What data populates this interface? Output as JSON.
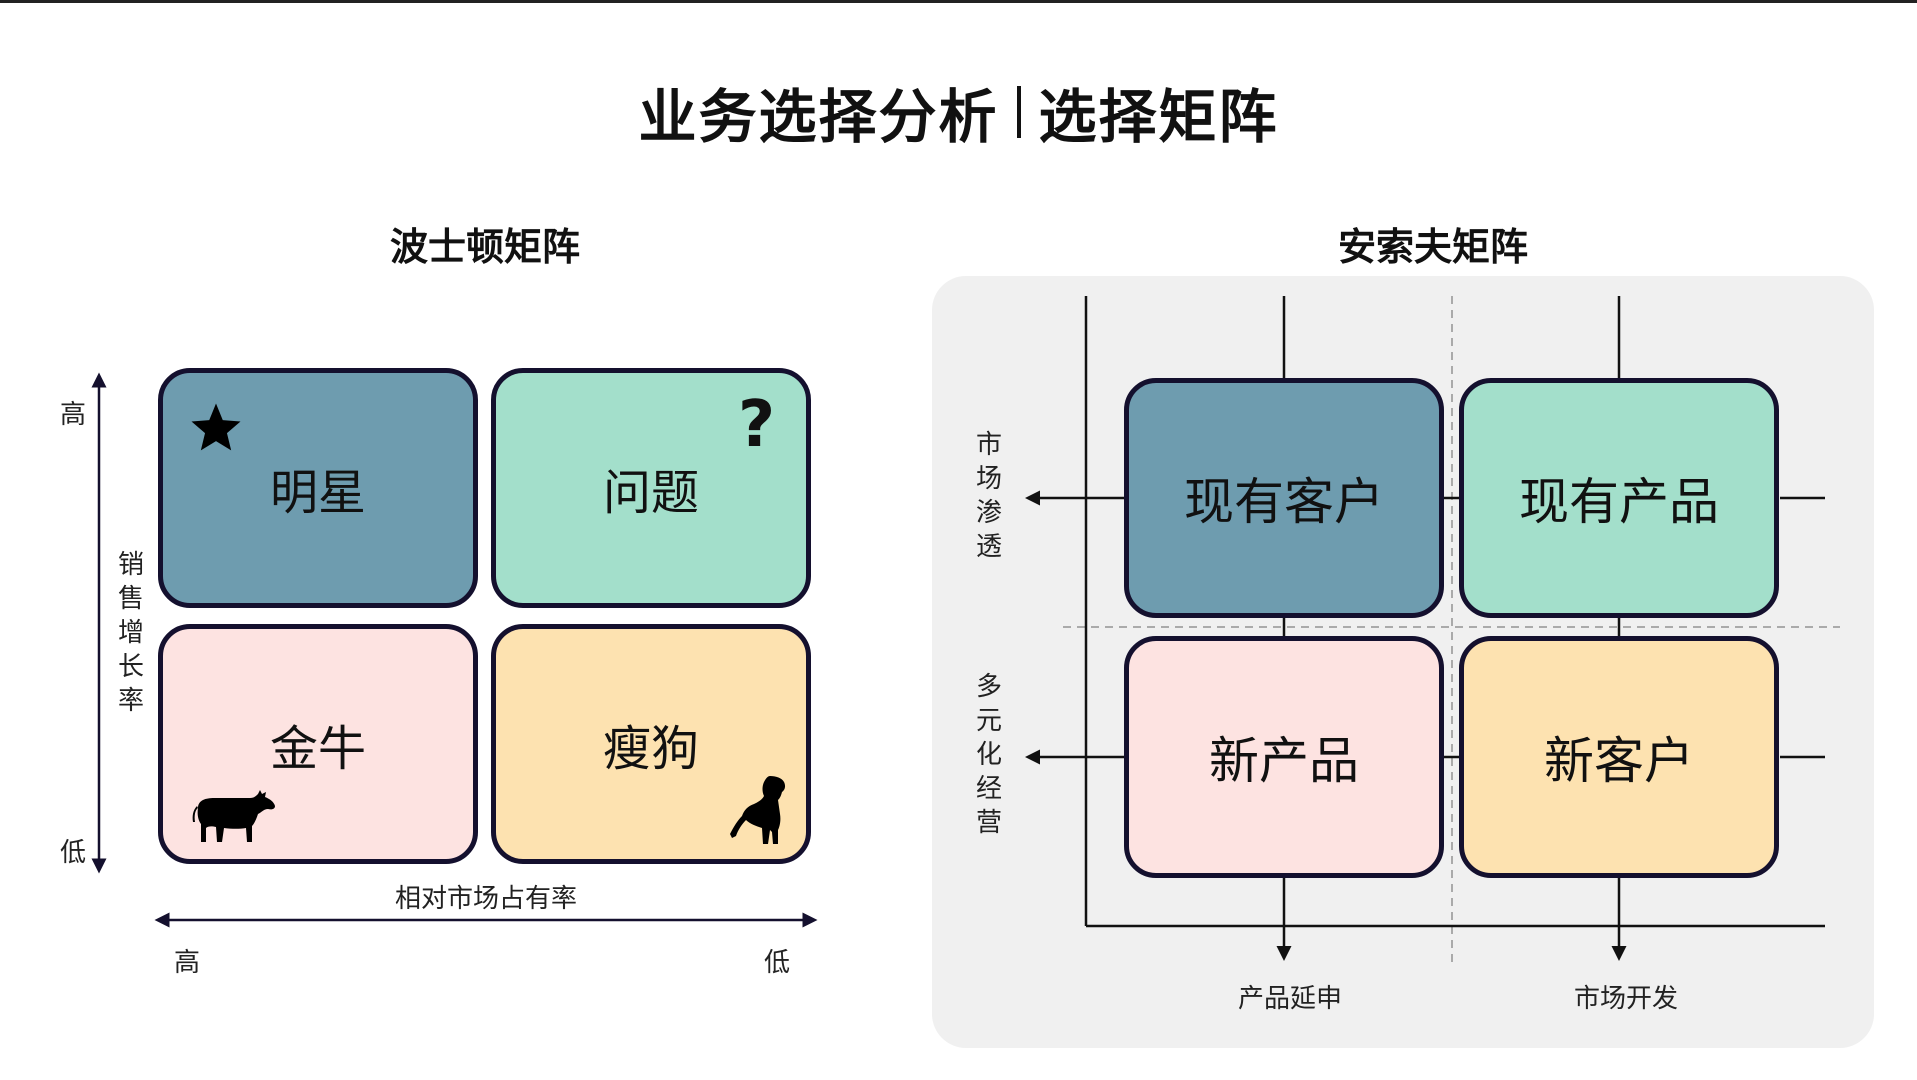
{
  "title": {
    "left": "业务选择分析",
    "right": "选择矩阵"
  },
  "bcg": {
    "title": "波士顿矩阵",
    "cells": {
      "star": "明星",
      "question": "问题",
      "cow": "金牛",
      "dog": "瘦狗"
    },
    "question_mark": "?",
    "y_axis": {
      "label": "销售增长率",
      "high": "高",
      "low": "低"
    },
    "x_axis": {
      "label": "相对市场占有率",
      "high": "高",
      "low": "低"
    },
    "icons": [
      "star-icon",
      "question-mark-icon",
      "cow-icon",
      "dog-icon"
    ]
  },
  "ansoff": {
    "title": "安索夫矩阵",
    "cells": {
      "existing_customers": "现有客户",
      "existing_products": "现有产品",
      "new_products": "新产品",
      "new_customers": "新客户"
    },
    "left_labels": {
      "top": "市场渗透",
      "bottom": "多元化经营"
    },
    "bottom_labels": {
      "left": "产品延申",
      "right": "市场开发"
    }
  },
  "colors": {
    "blue": "#6e9caf",
    "mint": "#a3dfcb",
    "pink": "#fde3e1",
    "sand": "#fde2b0",
    "border": "#14102e",
    "panel": "#f0f0f0"
  }
}
